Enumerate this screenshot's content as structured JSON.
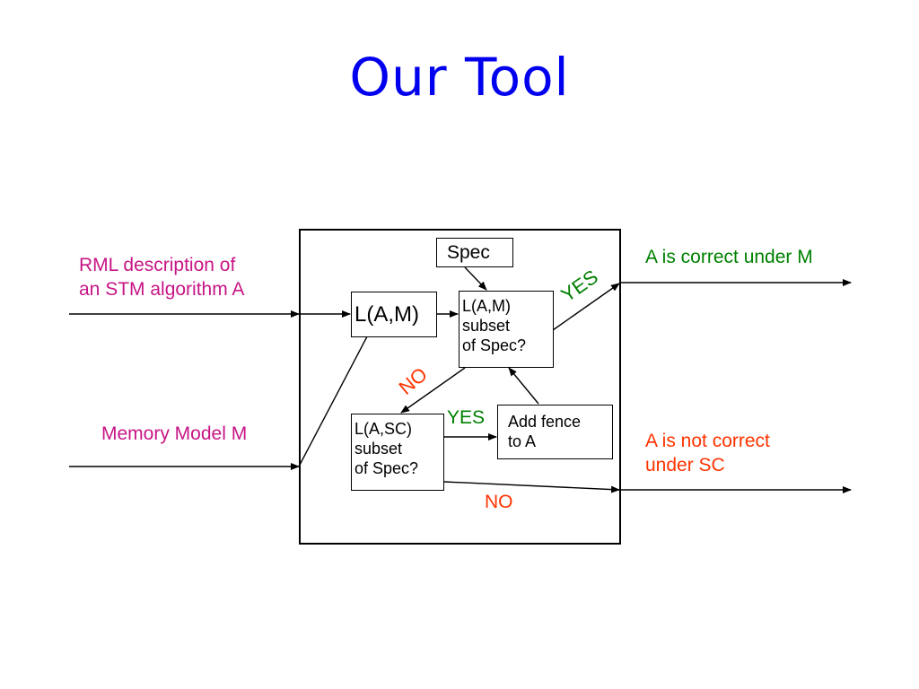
{
  "slide": {
    "title": "Our Tool"
  },
  "colors": {
    "title": "#0000ee",
    "inputs": "#c71585",
    "yes": "#008000",
    "no": "#ff3300"
  },
  "inputs": {
    "rml": [
      "RML description of",
      "an STM algorithm A"
    ],
    "memory_model": "Memory Model M"
  },
  "boxes": {
    "spec": "Spec",
    "lam": "L(A,M)",
    "lam_subset": [
      "L(A,M)",
      "subset",
      "of Spec?"
    ],
    "lasc_subset": [
      "L(A,SC)",
      "subset",
      "of Spec?"
    ],
    "add_fence": [
      "Add fence",
      "to A"
    ]
  },
  "edge_labels": {
    "yes_top": "YES",
    "no_mid": "NO",
    "yes_mid": "YES",
    "no_bottom": "NO"
  },
  "outputs": {
    "correct": "A is correct under M",
    "not_correct": [
      "A is not correct",
      "under SC"
    ]
  }
}
